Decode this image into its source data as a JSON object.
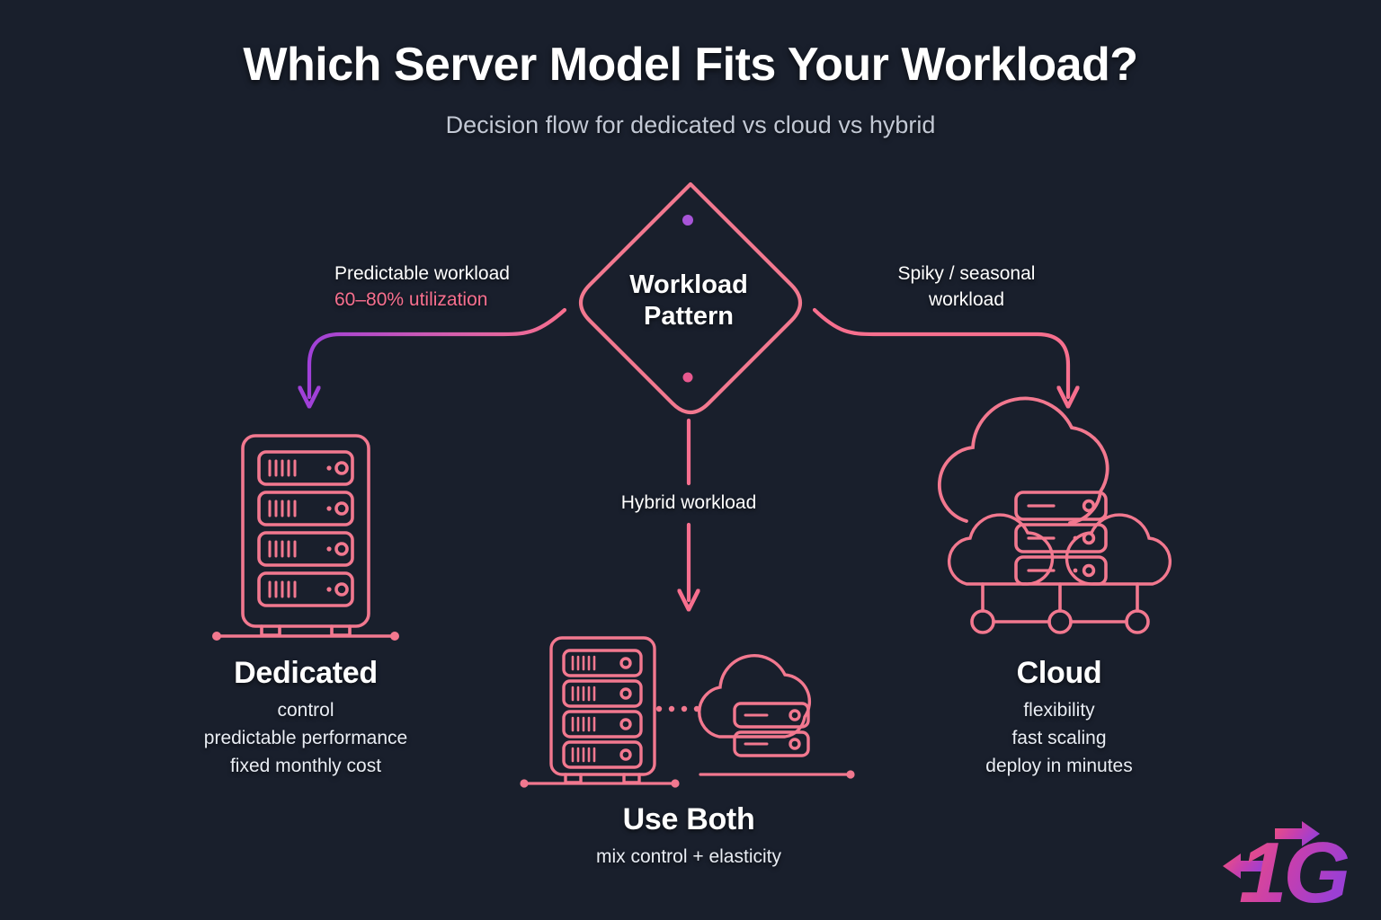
{
  "header": {
    "title": "Which Server Model Fits Your Workload?",
    "subtitle": "Decision flow for dedicated vs cloud vs hybrid"
  },
  "colors": {
    "background": "#191f2c",
    "accent_pink": "#f76f8e",
    "accent_purple": "#a855d8",
    "text_primary": "#ffffff",
    "text_secondary": "#c2c8d4"
  },
  "decision": {
    "label_line1": "Workload",
    "label_line2": "Pattern",
    "top_dot_color": "#a855d8",
    "bottom_dot_color": "#e8598f"
  },
  "edges": [
    {
      "id": "left",
      "line1": "Predictable workload",
      "line2": "60–80% utilization",
      "line2_accent": true,
      "direction": "left",
      "gradient": [
        "#f76f8e",
        "#a855d8"
      ]
    },
    {
      "id": "center",
      "line1": "Hybrid workload",
      "line2": "",
      "line2_accent": false,
      "direction": "down",
      "gradient": [
        "#f76f8e",
        "#f76f8e"
      ]
    },
    {
      "id": "right",
      "line1": "Spiky / seasonal",
      "line2": "workload",
      "line2_accent": false,
      "direction": "right",
      "gradient": [
        "#f76f8e",
        "#f76f8e"
      ]
    }
  ],
  "outcomes": [
    {
      "id": "dedicated",
      "icon": "server-rack-icon",
      "title": "Dedicated",
      "benefits": [
        "control",
        "predictable performance",
        "fixed monthly cost"
      ]
    },
    {
      "id": "hybrid",
      "icon": "server-and-cloud-icon",
      "title": "Use Both",
      "benefits": [
        "mix control + elasticity"
      ]
    },
    {
      "id": "cloud",
      "icon": "cloud-network-icon",
      "title": "Cloud",
      "benefits": [
        "flexibility",
        "fast scaling",
        "deploy in minutes"
      ]
    }
  ],
  "logo": {
    "text": "1G",
    "gradient": [
      "#f0517e",
      "#9b3fd4"
    ]
  }
}
